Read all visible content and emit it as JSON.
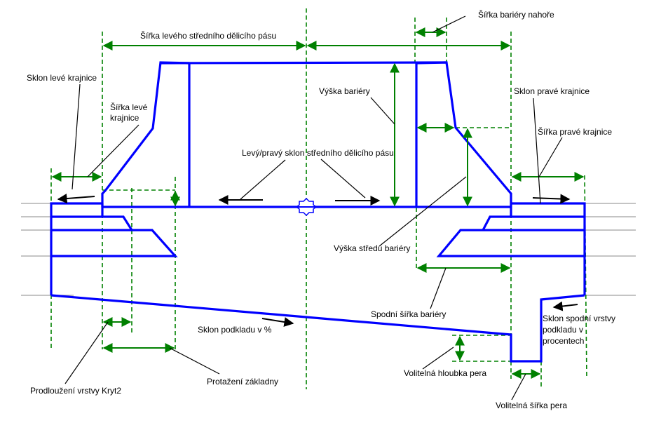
{
  "colors": {
    "structure": "#0000ff",
    "dimension": "#008000",
    "leader": "#000000",
    "reference": "#a0a0a0"
  },
  "labels": {
    "left_median_width": "Šířka levého středního dělicího pásu",
    "barrier_top_width": "Šířka bariéry nahoře",
    "left_shoulder_slope": "Sklon levé krajnice",
    "left_shoulder_width_1": "Šířka levé",
    "left_shoulder_width_2": "krajnice",
    "barrier_height": "Výška bariéry",
    "right_shoulder_slope": "Sklon pravé krajnice",
    "right_shoulder_width": "Šířka pravé krajnice",
    "median_slope": "Levý/pravý sklon středního dělicího pásu",
    "barrier_center_height": "Výška středu bariéry",
    "barrier_bottom_width": "Spodní šířka bariéry",
    "subbase_slope": "Sklon podkladu v %",
    "bottom_subbase_slope_1": "Sklon spodní vrstvy",
    "bottom_subbase_slope_2": "podkladu v",
    "bottom_subbase_slope_3": "procentech",
    "key_depth": "Volitelná hloubka pera",
    "key_width": "Volitelná šířka pera",
    "kryt2_extension": "Prodloužení vrstvy Kryt2",
    "base_extension": "Protažení základny"
  },
  "icons": {
    "centerline_marker": "baseline-marker-icon"
  }
}
